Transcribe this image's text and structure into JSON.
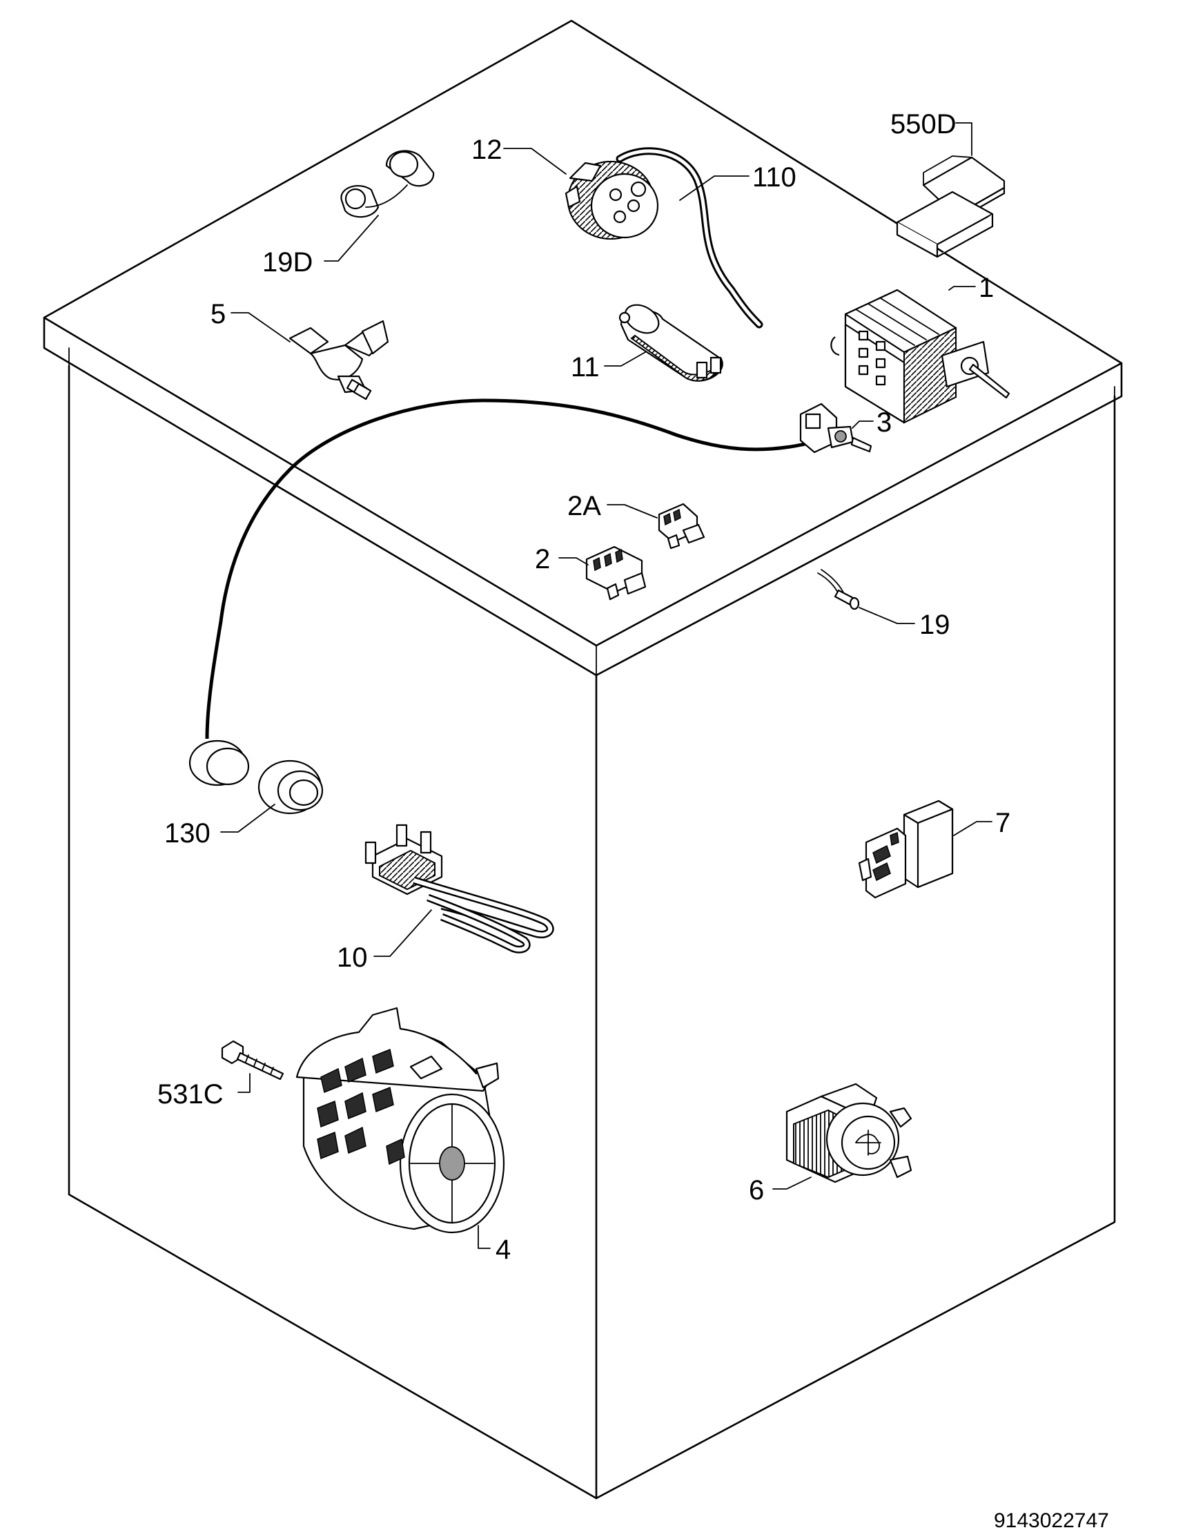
{
  "labels": {
    "l550D": "550D",
    "l12": "12",
    "l110": "110",
    "l19D": "19D",
    "l1": "1",
    "l5": "5",
    "l11": "11",
    "l3": "3",
    "l2A": "2A",
    "l2": "2",
    "l19": "19",
    "l130": "130",
    "l7": "7",
    "l10": "10",
    "l531C": "531C",
    "l4": "4",
    "l6": "6"
  },
  "drawing_code": "9143022747"
}
